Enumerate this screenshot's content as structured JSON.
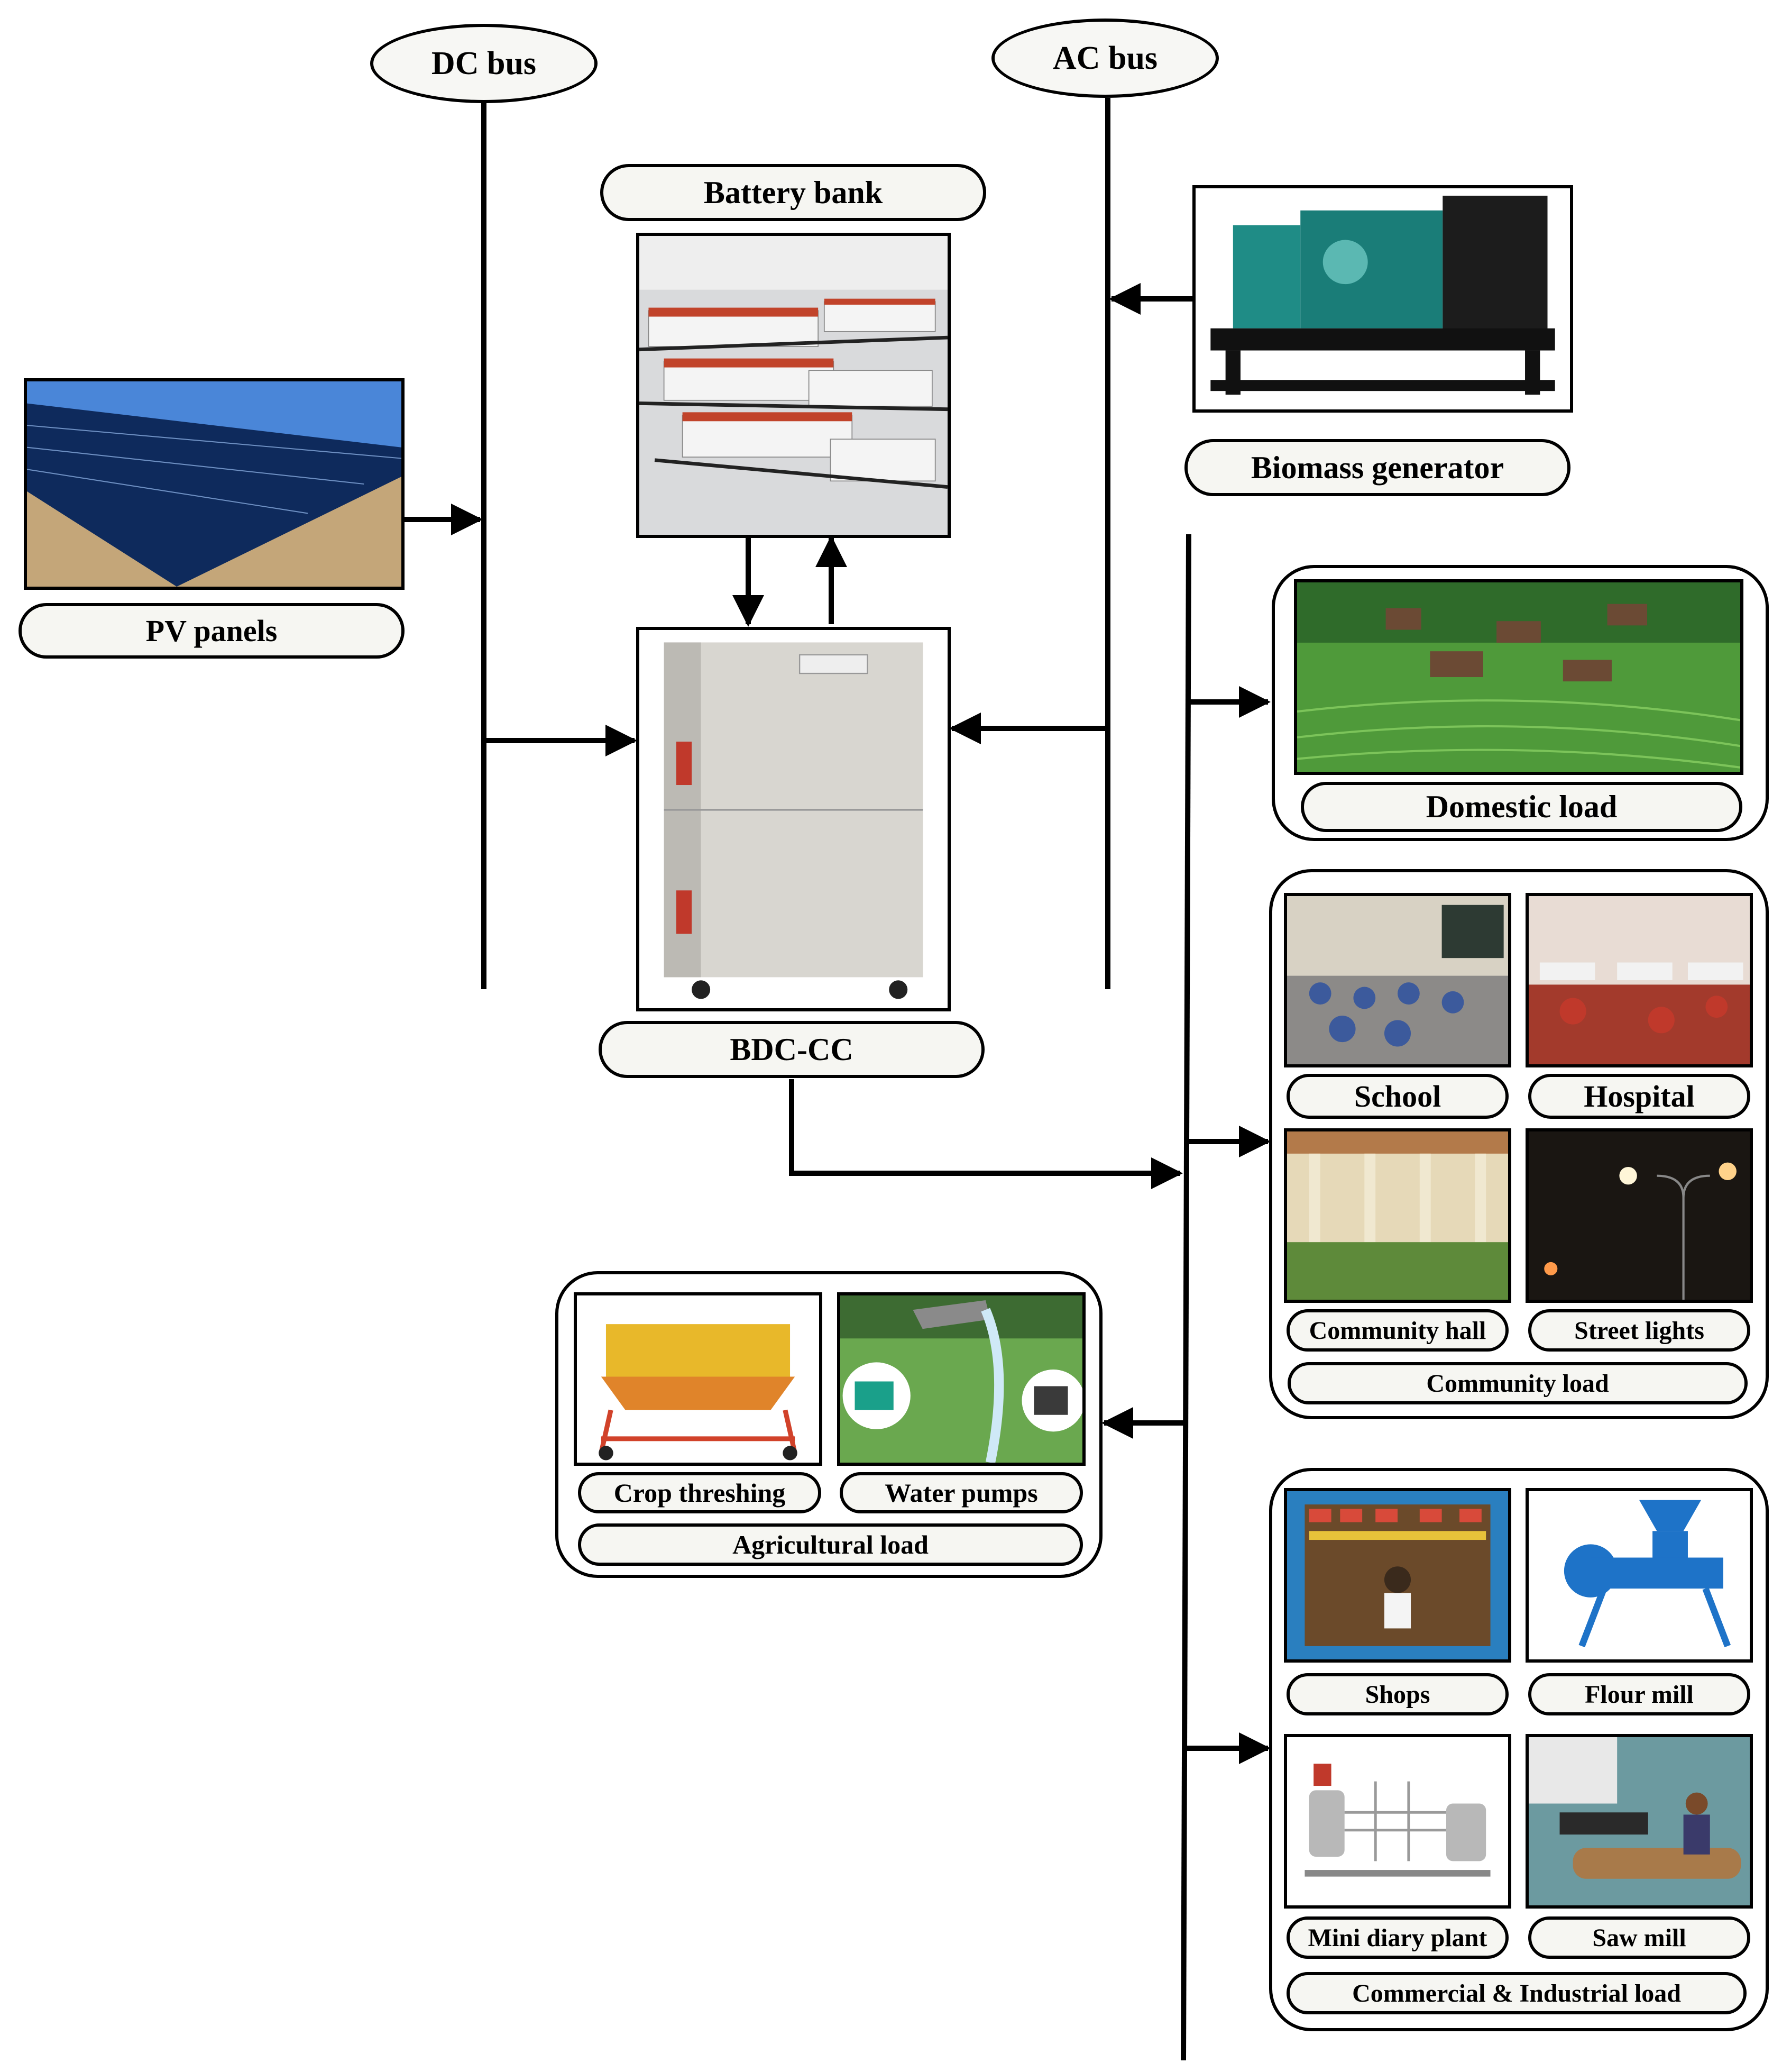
{
  "buses": {
    "dc": "DC bus",
    "ac": "AC bus"
  },
  "sources": {
    "pv": "PV panels",
    "battery": "Battery bank",
    "biomass": "Biomass generator",
    "converter": "BDC-CC"
  },
  "loads": {
    "domestic": {
      "title": "Domestic load"
    },
    "community": {
      "title": "Community load",
      "items": [
        "School",
        "Hospital",
        "Community hall",
        "Street lights"
      ]
    },
    "agricultural": {
      "title": "Agricultural load",
      "items": [
        "Crop threshing",
        "Water pumps"
      ]
    },
    "commercial": {
      "title": "Commercial & Industrial load",
      "items": [
        "Shops",
        "Flour mill",
        "Mini diary plant",
        "Saw mill"
      ]
    }
  },
  "colors": {
    "line": "#000000",
    "label_fill": "#f6f6f2",
    "sky": "#4a86d8",
    "grass": "#4f9a3a",
    "generator": "#1f8c86",
    "pump_blue": "#1e73c8",
    "thresher": "#e0842a"
  }
}
